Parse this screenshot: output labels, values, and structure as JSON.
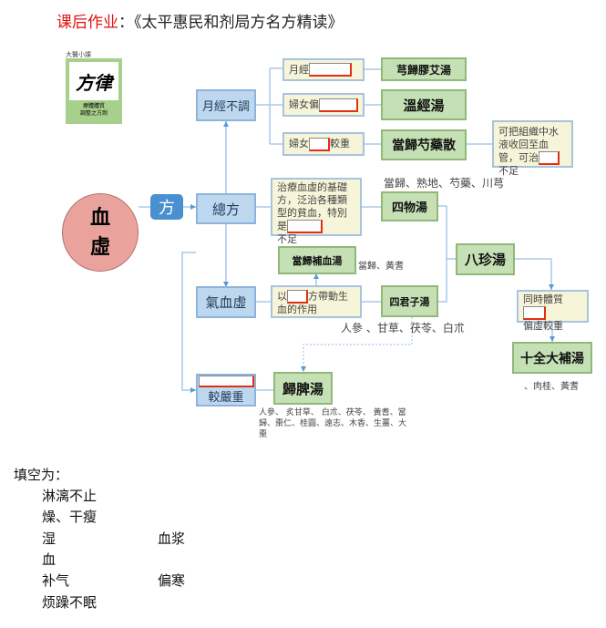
{
  "title": {
    "label": "课后作业",
    "colon": "：",
    "text": "《太平惠民和剂局方名方精读》"
  },
  "logo": {
    "brand": "大醫小課",
    "calligraphy": "方律",
    "caption1": "療體體質",
    "caption2": "調整之方劑"
  },
  "diagram": {
    "circle": "血虛",
    "fang": "方",
    "zongfang": "總方",
    "yuejing": "月經不調",
    "qixue": "氣血虛",
    "jiaoyan": "較嚴重",
    "yj1_pre": "月經",
    "yj2_pre": "婦女偏",
    "yj3_pre": "婦女",
    "yj3_post": "較重",
    "f1": "芎歸膠艾湯",
    "f2": "溫經湯",
    "f3": "當歸芍藥散",
    "note_water_1": "可把組織中水液收回至血管，可治",
    "note_water_2": "不足",
    "note_base_1": "治療血虛的基礎方，泛治各種類型的貧血，特別是",
    "note_base_2": "不足",
    "siwu": "四物湯",
    "siwu_herbs": "當歸、熟地、芍藥、川芎",
    "bazhen": "八珍湯",
    "buxue": "當歸補血湯",
    "buxue_herbs": "當歸、黃耆",
    "note_qi_1": "以",
    "note_qi_2": "方帶動生血的作用",
    "sijunzi": "四君子湯",
    "sijunzi_herbs": "人參 、甘草、茯苓、白朮",
    "note_both_1": "同時體質",
    "note_both_2": "偏虛較重",
    "shiquan": "十全大補湯",
    "shiquan_herbs": "、肉桂、黃耆",
    "guipi": "歸脾湯",
    "guipi_herbs": "人參、 炙甘草、 白朮、茯苓、 黃耆、當歸、棗仁、桂圓、遠志、木香、生薑、大棗"
  },
  "answers": {
    "heading": "填空为：",
    "lines": [
      [
        "淋漓不止",
        ""
      ],
      [
        "燥、干瘦",
        ""
      ],
      [
        "湿",
        "血浆"
      ],
      [
        "血",
        ""
      ],
      [
        "补气",
        "偏寒"
      ],
      [
        "烦躁不眠",
        ""
      ]
    ]
  }
}
